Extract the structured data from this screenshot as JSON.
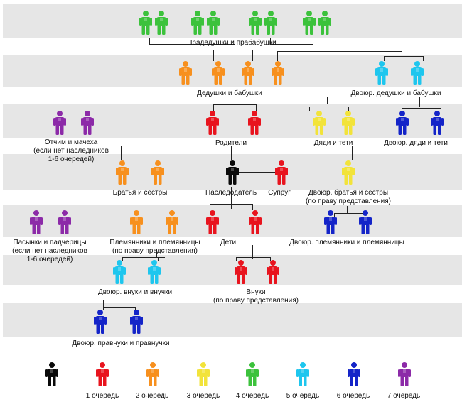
{
  "rows": {
    "great_grandparents": "Прадедушки и прабабушки",
    "grandparents": "Дедушки и бабушки",
    "cousin_grandparents": "Двоюр. дедушки и бабушки",
    "stepparents_line1": "Отчим и мачеха",
    "stepparents_line2": "(если нет  наследников",
    "stepparents_line3": "1-6 очередей)",
    "parents": "Родители",
    "uncles_aunts": "Дяди и тети",
    "cousin_uncles_aunts": "Двоюр. дяди и тети",
    "siblings": "Братья и сестры",
    "testator": "Наследодатель",
    "spouse": "Супруг",
    "cousins_line1": "Двоюр. братья и сестры",
    "cousins_line2": "(по праву представления)",
    "stepchildren_line1": "Пасынки и падчерицы",
    "stepchildren_line2": "(если нет  наследников",
    "stepchildren_line3": "1-6 очередей)",
    "nephews_line1": "Племянники и племянницы",
    "nephews_line2": "(по праву представления)",
    "children": "Дети",
    "cousin_nephews": "Двоюр. племянники и племянницы",
    "cousin_grandchildren": "Двоюр. внуки и внучки",
    "grandchildren_line1": "Внуки",
    "grandchildren_line2": "(по праву представления)",
    "cousin_great_grandchildren": "Двоюр. правнуки и правнучки"
  },
  "legend": [
    {
      "label": "",
      "color": "#0a0a0a"
    },
    {
      "label": "1 очередь",
      "color": "#e8141e"
    },
    {
      "label": "2 очередь",
      "color": "#f7901e"
    },
    {
      "label": "3 очередь",
      "color": "#f2e33a"
    },
    {
      "label": "4 очередь",
      "color": "#3cc23c"
    },
    {
      "label": "5 очередь",
      "color": "#1ec6ee"
    },
    {
      "label": "6 очередь",
      "color": "#1424c8"
    },
    {
      "label": "7 очередь",
      "color": "#8c2aa8"
    }
  ],
  "icons": {
    "person": "person-icon"
  }
}
